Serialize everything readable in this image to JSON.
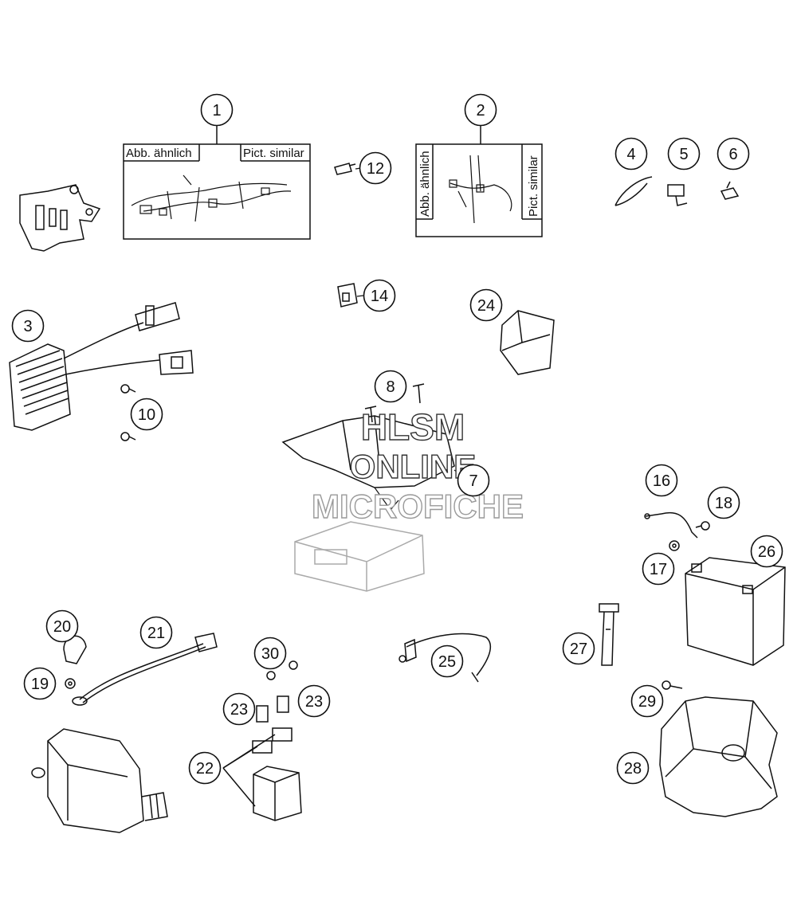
{
  "callouts": [
    {
      "id": "c1",
      "text": "1"
    },
    {
      "id": "c2",
      "text": "2"
    },
    {
      "id": "c3",
      "text": "3"
    },
    {
      "id": "c4",
      "text": "4"
    },
    {
      "id": "c5",
      "text": "5"
    },
    {
      "id": "c6",
      "text": "6"
    },
    {
      "id": "c7",
      "text": "7"
    },
    {
      "id": "c8",
      "text": "8"
    },
    {
      "id": "c10",
      "text": "10"
    },
    {
      "id": "c12",
      "text": "12"
    },
    {
      "id": "c14",
      "text": "14"
    },
    {
      "id": "c16",
      "text": "16"
    },
    {
      "id": "c17",
      "text": "17"
    },
    {
      "id": "c18",
      "text": "18"
    },
    {
      "id": "c19",
      "text": "19"
    },
    {
      "id": "c20",
      "text": "20"
    },
    {
      "id": "c21",
      "text": "21"
    },
    {
      "id": "c22",
      "text": "22"
    },
    {
      "id": "c23a",
      "text": "23"
    },
    {
      "id": "c23b",
      "text": "23"
    },
    {
      "id": "c24",
      "text": "24"
    },
    {
      "id": "c25",
      "text": "25"
    },
    {
      "id": "c26",
      "text": "26"
    },
    {
      "id": "c27",
      "text": "27"
    },
    {
      "id": "c28",
      "text": "28"
    },
    {
      "id": "c29",
      "text": "29"
    },
    {
      "id": "c30",
      "text": "30"
    }
  ],
  "boxes": {
    "box1": {
      "left_label": "Abb. ähnlich",
      "right_label": "Pict. similar"
    },
    "box2": {
      "left_label": "Abb. ähnlich",
      "right_label": "Pict. similar"
    }
  },
  "watermark": {
    "line1": "HLSM",
    "line2": "ONLINE",
    "line3": "MICROFICHE"
  }
}
